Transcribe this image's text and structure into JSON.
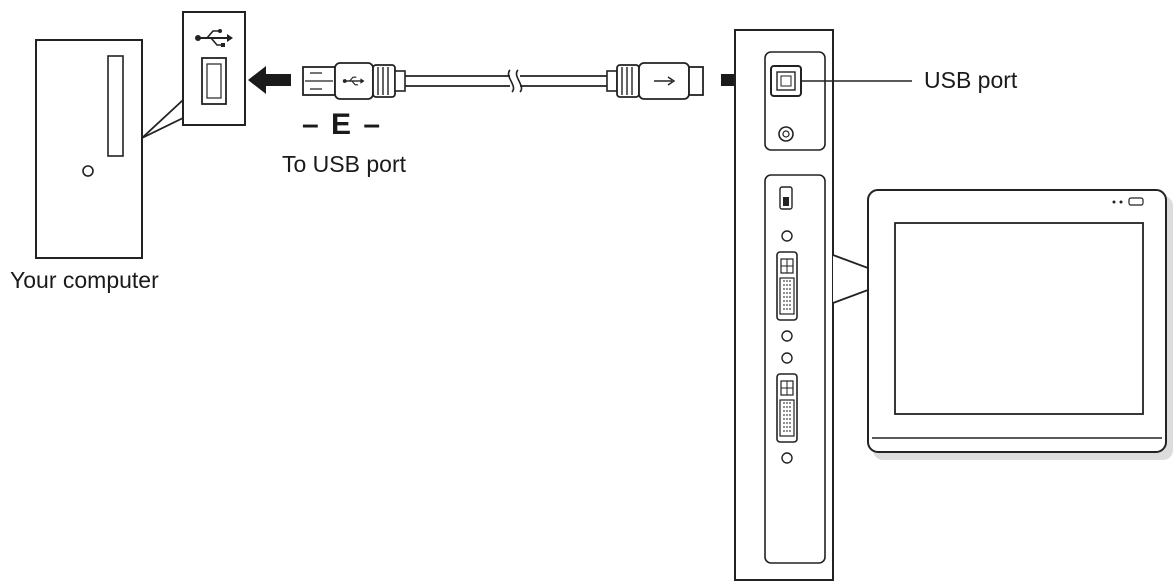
{
  "labels": {
    "cable_id": "– E –",
    "cable_destination": "To USB port",
    "computer": "Your computer",
    "usb_port": "USB port"
  },
  "icons": {
    "usb_symbol": "usb-icon",
    "arrow": "arrow-icon"
  },
  "colors": {
    "stroke": "#222222",
    "fill": "#ffffff",
    "shadow": "#dcdcdc"
  }
}
